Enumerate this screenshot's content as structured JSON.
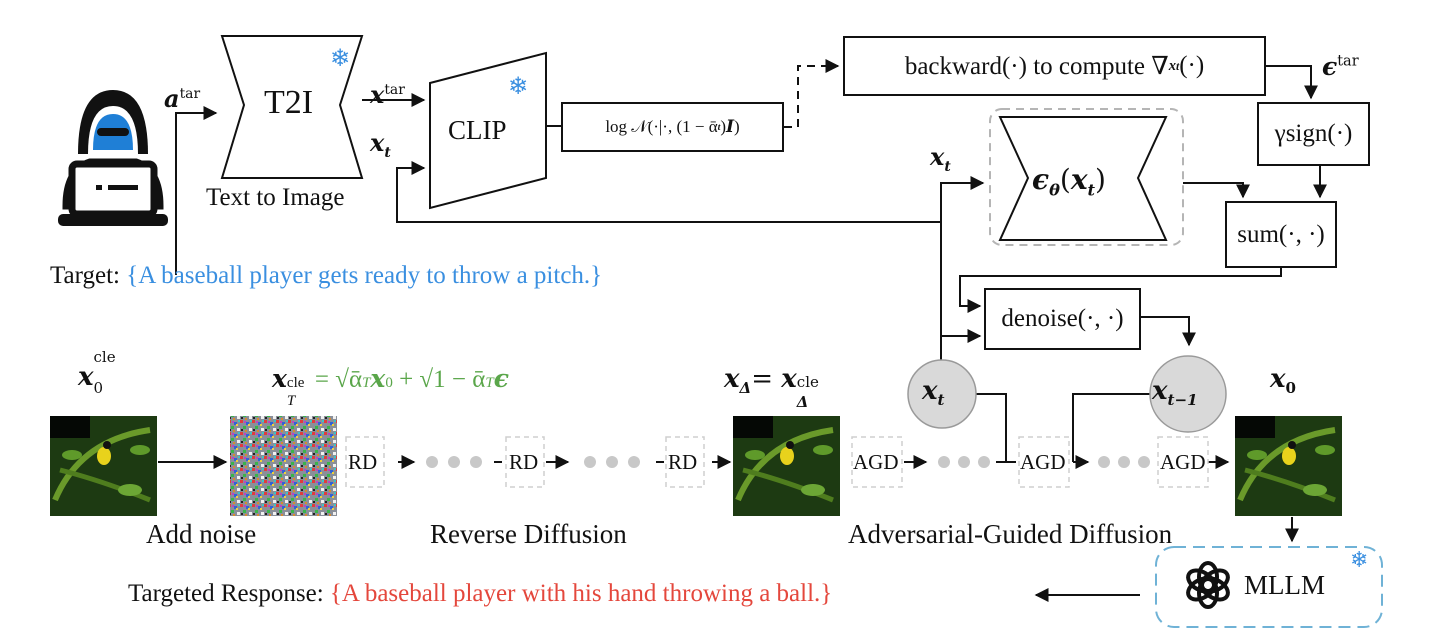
{
  "labels": {
    "t2i": "T2I",
    "text_to_image": "Text to Image",
    "clip": "CLIP",
    "backward": "backward(·)  to compute ∇",
    "gamma_sign": "γsign(·)",
    "sum": "sum(·, ·)",
    "denoise": "denoise(·, ·)",
    "log_normal": "log 𝒩(·|·, (1 − ᾱ",
    "target_prefix": "Target: ",
    "target_text": "{A baseball player gets ready to throw a pitch.}",
    "add_noise": "Add noise",
    "reverse_diffusion": "Reverse Diffusion",
    "adversarial_guided_diffusion": "Adversarial-Guided Diffusion",
    "response_prefix": "Targeted Response: ",
    "response_text": "{A baseball player with his hand throwing a ball.}",
    "mllm": "MLLM",
    "rd": "RD",
    "agd": "AGD",
    "formula_noise": "= √ᾱ",
    "formula_plus": " + √1 − ᾱ",
    "sup_tar": "tar",
    "sup_cle": "cle"
  },
  "colors": {
    "target_text": "#3a8fe0",
    "response_text": "#e4473c",
    "formula": "#5aa64a",
    "frozen_icon": "#3a8fe0",
    "mllm_border": "#6fb2d6",
    "latent_circle": "#d9d9d9",
    "dots": "#c8c8c8"
  },
  "icons": {
    "frozen": "snowflake-icon",
    "hacker": "hacker-laptop-icon",
    "openai": "openai-logo-icon"
  }
}
